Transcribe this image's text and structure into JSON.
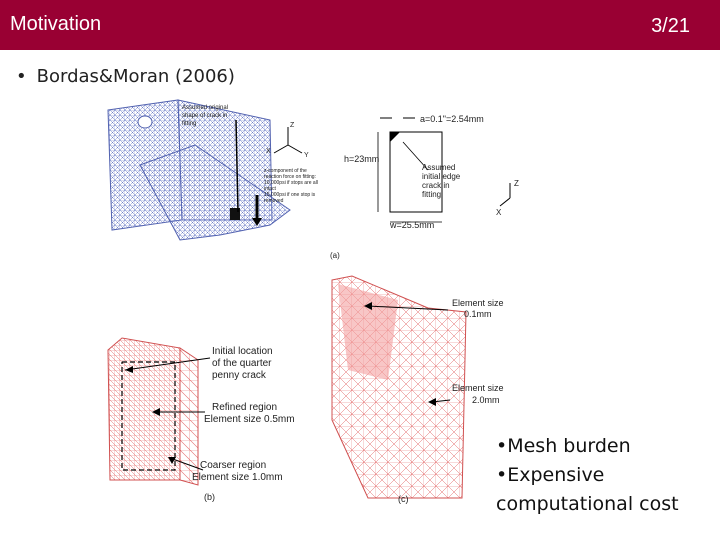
{
  "header": {
    "title": "Motivation",
    "page": "3/21"
  },
  "bullet": {
    "text": "Bordas&Moran (2006)"
  },
  "figure": {
    "a": {
      "tag": "(a)",
      "assumed_shape": [
        "Assumed original",
        "shape of crack in",
        "fitting"
      ],
      "axis_z": "Z",
      "axis_x": "X",
      "axis_y": "Y",
      "zcomp": [
        "z-component of the",
        "reaction force on fitting:",
        "10,000psi if stops are all",
        "intact",
        "15,000psi if one stop is",
        "removed"
      ],
      "dim_a": "a=0.1\"=2.54mm",
      "dim_h": "h=23mm",
      "dim_w": "w=25.5mm",
      "assumed_edge": [
        "Assumed",
        "initial edge",
        "crack in",
        "fitting"
      ],
      "axis_z2": "Z",
      "axis_x2": "X"
    },
    "b": {
      "tag": "(b)",
      "initial_loc": [
        "Initial location",
        "of the quarter",
        "penny crack"
      ],
      "refined": [
        "Refined region",
        "Element size 0.5mm"
      ],
      "coarser": [
        "Coarser region",
        "Element size 1.0mm"
      ]
    },
    "c": {
      "tag": "(c)",
      "el_small": [
        "Element size",
        "0.1mm"
      ],
      "el_large": [
        "Element size",
        "2.0mm"
      ]
    }
  },
  "notes": [
    "Mesh burden",
    "Expensive",
    "computational cost"
  ],
  "colors": {
    "header_bg": "#990033",
    "mesh_blue": "#6f7fc8",
    "mesh_red": "#e36a6a"
  }
}
